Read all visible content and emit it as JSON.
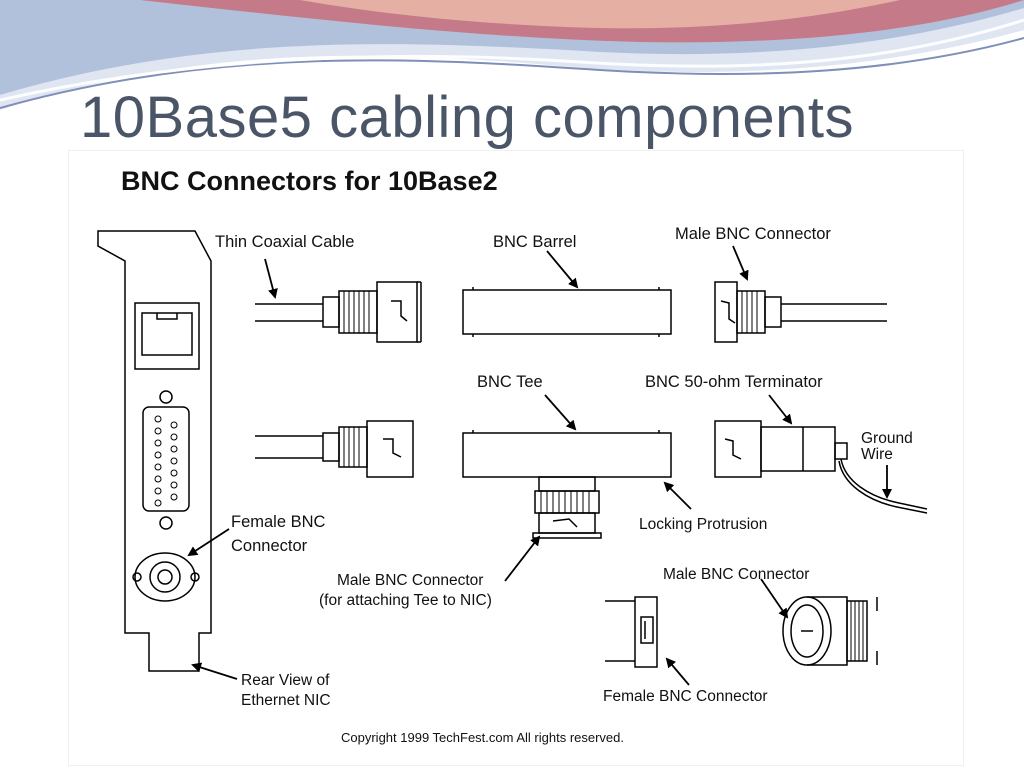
{
  "slide": {
    "title": "10Base5 cabling components"
  },
  "figure": {
    "heading": "BNC Connectors for 10Base2",
    "copyright": "Copyright 1999 TechFest.com All rights reserved.",
    "labels": {
      "thin_coax": "Thin Coaxial Cable",
      "barrel": "BNC Barrel",
      "male_top": "Male BNC Connector",
      "tee": "BNC Tee",
      "terminator": "BNC 50-ohm Terminator",
      "ground_wire_1": "Ground",
      "ground_wire_2": "Wire",
      "locking": "Locking Protrusion",
      "female_nic_1": "Female BNC",
      "female_nic_2": "Connector",
      "male_tee_1": "Male BNC Connector",
      "male_tee_2": "(for attaching Tee to NIC)",
      "male_bottom": "Male BNC Connector",
      "female_bottom": "Female BNC Connector",
      "rear_view_1": "Rear View of",
      "rear_view_2": "Ethernet NIC"
    }
  },
  "theme": {
    "title_color": "#4a5668",
    "swoosh_colors": [
      "#7f8fb8",
      "#c96d7a",
      "#e8b6a6",
      "#a9c3e0"
    ]
  }
}
